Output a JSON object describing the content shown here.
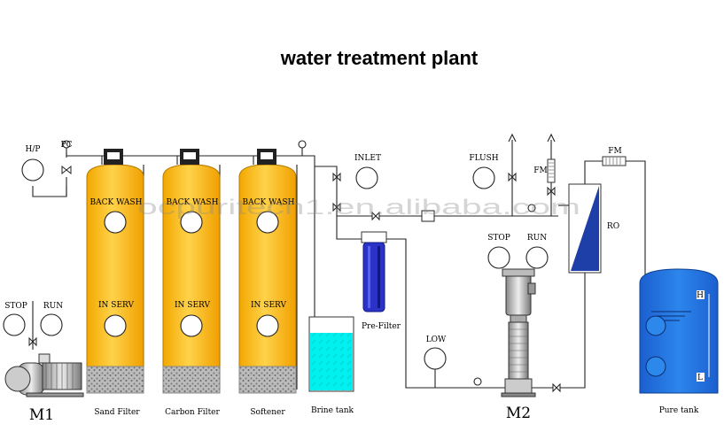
{
  "title": "water treatment plant",
  "watermark": "ocpuritech1.en.alibaba.com",
  "colors": {
    "tank_yellow": "#FFC000",
    "brine_cyan": "#00F0F0",
    "ro_blue": "#1E3FA8",
    "prefilter_blue": "#2A32C8",
    "pure_tank_blue": "#1F74E0"
  },
  "labels": {
    "hp": "H/P",
    "pc": "PC",
    "stop_left": "STOP",
    "run_left": "RUN",
    "back_wash_1": "BACK WASH",
    "back_wash_2": "BACK WASH",
    "back_wash_3": "BACK WASH",
    "in_serv_1": "IN SERV",
    "in_serv_2": "IN SERV",
    "in_serv_3": "IN SERV",
    "inlet": "INLET",
    "flush": "FLUSH",
    "fm_top": "FM",
    "fm_side": "FM",
    "ro": "RO",
    "stop_right": "STOP",
    "run_right": "RUN",
    "low": "LOW",
    "pre_filter": "Pre-Filter",
    "h": "H",
    "l": "L"
  },
  "captions": {
    "m1": "M1",
    "sand_filter": "Sand Filter",
    "carbon_filter": "Carbon Filter",
    "softener": "Softener",
    "brine_tank": "Brine tank",
    "m2": "M2",
    "pure_tank": "Pure tank"
  }
}
